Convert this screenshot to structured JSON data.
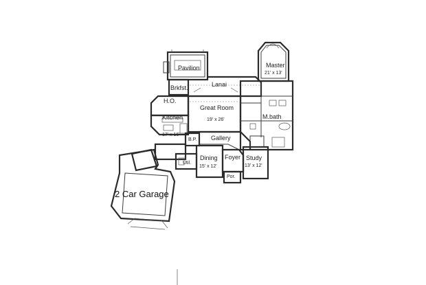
{
  "rooms": {
    "pavilion": "Pavilion",
    "lanai": "Lanai",
    "master": "Master",
    "master_dim": "21' x 13'",
    "brkfst": "Brkfst.",
    "ho": "H.O.",
    "great_room": "Great Room",
    "great_room_dim": "19' x 26'",
    "kitchen": "Kitchen",
    "kitchen_dim": "17' x 16'",
    "mbath": "M.bath",
    "bp": "B.P.",
    "gallery": "Gallery",
    "util": "Util.",
    "dining": "Dining",
    "dining_dim": "15' x 12'",
    "foyer": "Foyer",
    "study": "Study",
    "study_dim": "13' x 12'",
    "porch": "Por.",
    "garage": "2 Car Garage"
  }
}
